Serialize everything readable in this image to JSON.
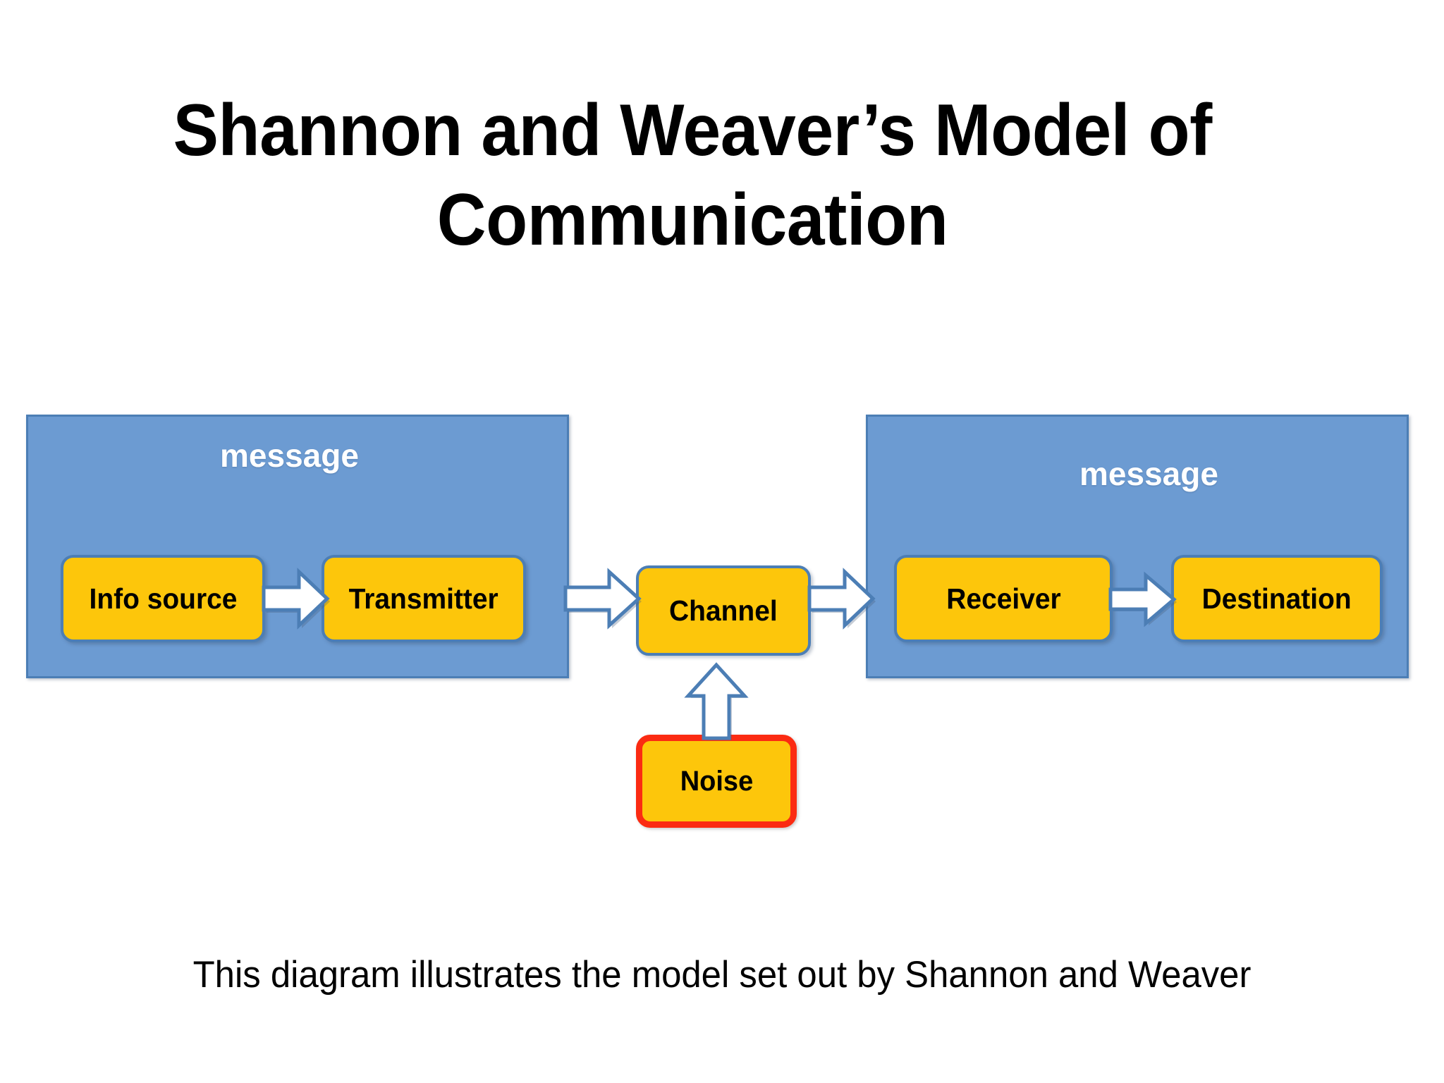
{
  "slide": {
    "background_color": "#FFFFFF",
    "title_line_1": "Shannon and Weaver’s Model of",
    "title_line_2": "Communication",
    "caption": "This diagram illustrates the model set out by Shannon and Weaver"
  },
  "colors": {
    "panel_fill": "#6C9BD2",
    "panel_border": "#4C7EB5",
    "node_fill": "#FDC60B",
    "node_border": "#4C7EB5",
    "noise_border": "#FB2B12",
    "arrow_fill": "#FFFFFF",
    "arrow_stroke": "#4C7EB5",
    "text_dark": "#000000",
    "text_light": "#FFFFFF"
  },
  "diagram": {
    "sender_panel": {
      "label": "message",
      "nodes": [
        {
          "id": "info-source",
          "label": "Info source"
        },
        {
          "id": "transmitter",
          "label": "Transmitter"
        }
      ]
    },
    "receiver_panel": {
      "label": "message",
      "nodes": [
        {
          "id": "receiver",
          "label": "Receiver"
        },
        {
          "id": "destination",
          "label": "Destination"
        }
      ]
    },
    "channel": {
      "id": "channel",
      "label": "Channel"
    },
    "noise": {
      "id": "noise",
      "label": "Noise"
    },
    "arrows": [
      {
        "id": "info-to-transmitter",
        "from": "Info source",
        "to": "Transmitter",
        "direction": "right"
      },
      {
        "id": "transmitter-to-channel",
        "from": "Transmitter",
        "to": "Channel",
        "direction": "right"
      },
      {
        "id": "channel-to-receiver",
        "from": "Channel",
        "to": "Receiver",
        "direction": "right"
      },
      {
        "id": "receiver-to-destination",
        "from": "Receiver",
        "to": "Destination",
        "direction": "right"
      },
      {
        "id": "noise-to-channel",
        "from": "Noise",
        "to": "Channel",
        "direction": "up"
      }
    ]
  }
}
